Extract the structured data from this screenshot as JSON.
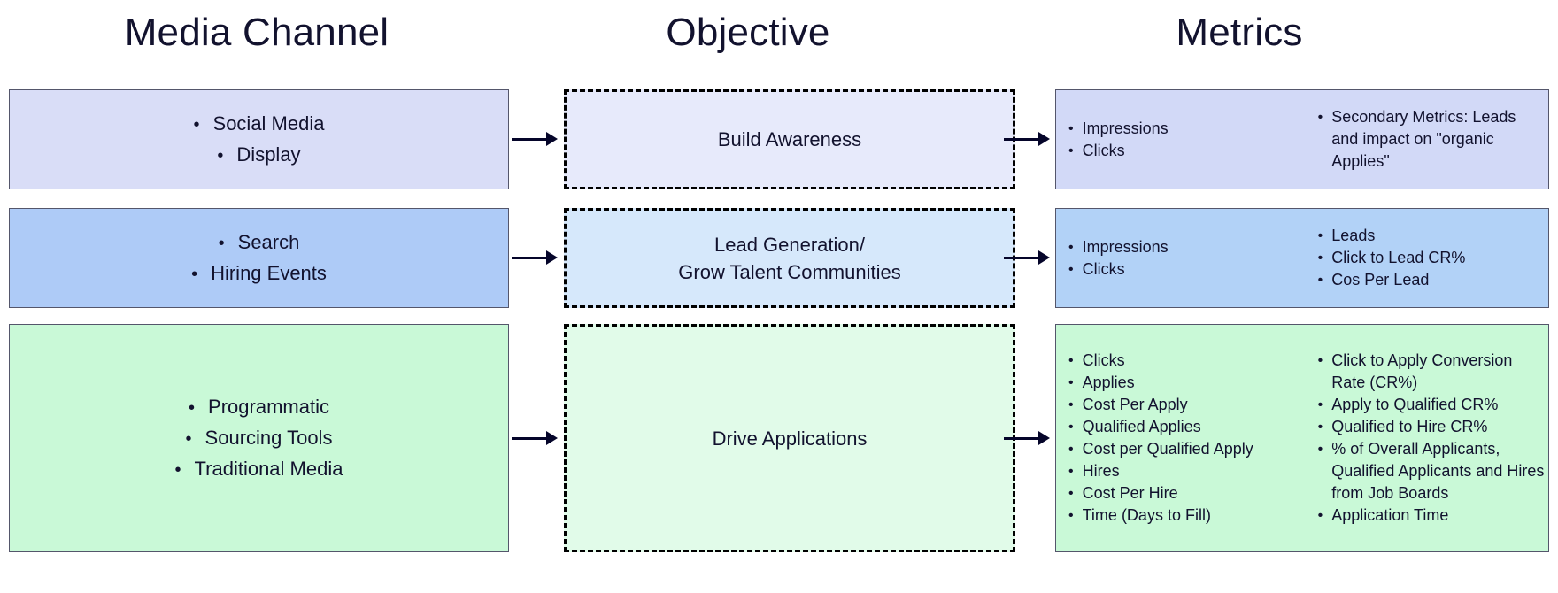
{
  "headers": {
    "channel": "Media Channel",
    "objective": "Objective",
    "metrics": "Metrics"
  },
  "colors": {
    "channel_row1": "#d9ddf7",
    "channel_row2": "#aecbf7",
    "channel_row3": "#c9f9d7",
    "objective_row1": "#e7eafb",
    "objective_row2": "#d6e8fb",
    "objective_row3": "#e1fbe9",
    "metrics_row1": "#d2d9f7",
    "metrics_row2": "#b2d2f7",
    "metrics_row3": "#c9f9d7",
    "box_border": "#54566b",
    "dashed_border": "#000000",
    "arrow": "#05052a",
    "text": "#12122e"
  },
  "rows": [
    {
      "channel_items": [
        "Social Media",
        "Display"
      ],
      "objective": "Build Awareness",
      "metrics_left": [
        "Impressions",
        "Clicks"
      ],
      "metrics_right": [
        "Secondary Metrics: Leads and impact on \"organic Applies\""
      ]
    },
    {
      "channel_items": [
        "Search",
        "Hiring Events"
      ],
      "objective": "Lead Generation/\nGrow Talent Communities",
      "metrics_left": [
        "Impressions",
        "Clicks"
      ],
      "metrics_right": [
        "Leads",
        "Click to Lead CR%",
        "Cos Per Lead"
      ]
    },
    {
      "channel_items": [
        "Programmatic",
        "Sourcing Tools",
        "Traditional Media"
      ],
      "objective": "Drive Applications",
      "metrics_left": [
        "Clicks",
        "Applies",
        "Cost Per Apply",
        "Qualified Applies",
        "Cost per Qualified Apply",
        "Hires",
        "Cost Per Hire",
        "Time (Days to Fill)"
      ],
      "metrics_right": [
        "Click to Apply Conversion Rate (CR%)",
        "Apply to Qualified CR%",
        "Qualified to Hire CR%",
        "% of Overall Applicants, Qualified Applicants and Hires from Job Boards",
        "Application Time"
      ]
    }
  ],
  "bullet_glyph": "•"
}
